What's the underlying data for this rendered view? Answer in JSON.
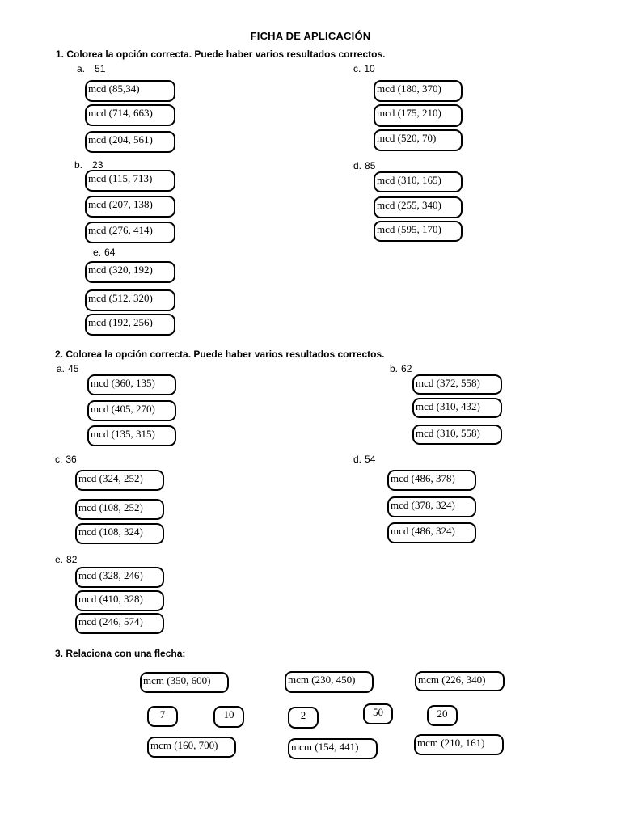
{
  "document": {
    "title": "FICHA DE APLICACIÓN"
  },
  "colors": {
    "ink": "#000000",
    "paper": "#ffffff"
  },
  "exercise1": {
    "instruction": "1. Colorea la opción correcta. Puede haber varios resultados correctos.",
    "groups": [
      {
        "letter": "a.",
        "number": "51",
        "options": [
          "mcd (85,34)",
          "mcd (714, 663)",
          "mcd (204, 561)"
        ]
      },
      {
        "letter": "c.",
        "number": "10",
        "options": [
          "mcd (180, 370)",
          "mcd (175, 210)",
          "mcd (520, 70)"
        ]
      },
      {
        "letter": "b.",
        "number": "23",
        "options": [
          "mcd (115, 713)",
          "mcd (207, 138)",
          "mcd (276, 414)"
        ]
      },
      {
        "letter": "d.",
        "number": "85",
        "options": [
          "mcd (310, 165)",
          "mcd (255, 340)",
          "mcd (595, 170)"
        ]
      },
      {
        "letter": "e.",
        "number": "64",
        "options": [
          "mcd (320, 192)",
          "mcd (512, 320)",
          "mcd (192, 256)"
        ]
      }
    ]
  },
  "exercise2": {
    "instruction": "2. Colorea la opción correcta. Puede haber varios resultados correctos.",
    "groups": [
      {
        "letter": "a.",
        "number": "45",
        "options": [
          "mcd (360, 135)",
          "mcd (405, 270)",
          "mcd (135, 315)"
        ]
      },
      {
        "letter": "b.",
        "number": "62",
        "options": [
          "mcd (372, 558)",
          "mcd (310, 432)",
          "mcd (310, 558)"
        ]
      },
      {
        "letter": "c.",
        "number": "36",
        "options": [
          "mcd (324, 252)",
          "mcd (108, 252)",
          "mcd (108, 324)"
        ]
      },
      {
        "letter": "d.",
        "number": "54",
        "options": [
          "mcd (486, 378)",
          "mcd (378, 324)",
          "mcd (486, 324)"
        ]
      },
      {
        "letter": "e.",
        "number": "82",
        "options": [
          "mcd (328, 246)",
          "mcd (410, 328)",
          "mcd (246, 574)"
        ]
      }
    ]
  },
  "exercise3": {
    "instruction": "3. Relaciona con una flecha:",
    "top_boxes": [
      "mcm (350, 600)",
      "mcm (230, 450)",
      "mcm (226, 340)"
    ],
    "answer_boxes": [
      "7",
      "10",
      "2",
      "50",
      "20"
    ],
    "bottom_boxes": [
      "mcm (160, 700)",
      "mcm (154, 441)",
      "mcm (210, 161)"
    ]
  }
}
